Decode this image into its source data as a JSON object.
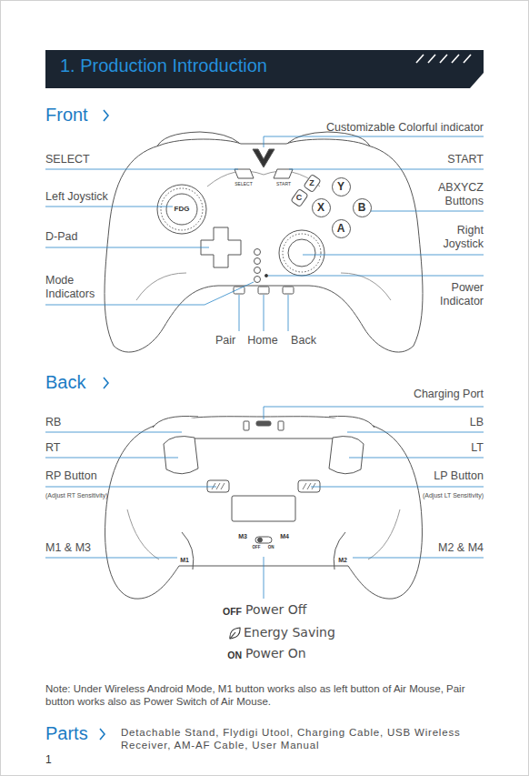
{
  "diagram": {
    "title": "1. Production Introduction",
    "nodes": [
      {
        "text": [
          "Y"
        ]
      },
      {
        "text": [
          "X"
        ]
      },
      {
        "text": [
          "B"
        ]
      },
      {
        "text": [
          "A"
        ]
      },
      {
        "text": [
          "Z"
        ]
      },
      {
        "text": [
          "C"
        ]
      }
    ],
    "labels": [
      "Front",
      "Customizable Colorful indicator",
      "SELECT",
      "START",
      "Left Joystick",
      "ABXYCZ Buttons",
      "D-Pad",
      "Right Joystick",
      "Mode Indicators",
      "Power Indicator",
      "Pair",
      "Home",
      "Back",
      "SELECT",
      "START",
      "FDG",
      "Back",
      "Charging Port",
      "RB",
      "LB",
      "RT",
      "LT",
      "RP Button",
      "(Adjust RT Sensitivity)",
      "LP Button",
      "(Adjust LT Sensitivity)",
      "M1 & M3",
      "M2 & M4",
      "M3",
      "M4",
      "M1",
      "M2",
      "OFF",
      "ON",
      "OFF",
      "Power Off",
      "Energy Saving",
      "ON",
      "Power On",
      "Note: Under Wireless Android Mode, M1 button works also as left button of Air Mouse, Pair button works also as Power Switch of Air Mouse.",
      "Parts",
      "Detachable Stand, Flydigi Utool, Charging Cable, USB Wireless Receiver, AM-AF Cable, User Manual",
      "1"
    ]
  }
}
